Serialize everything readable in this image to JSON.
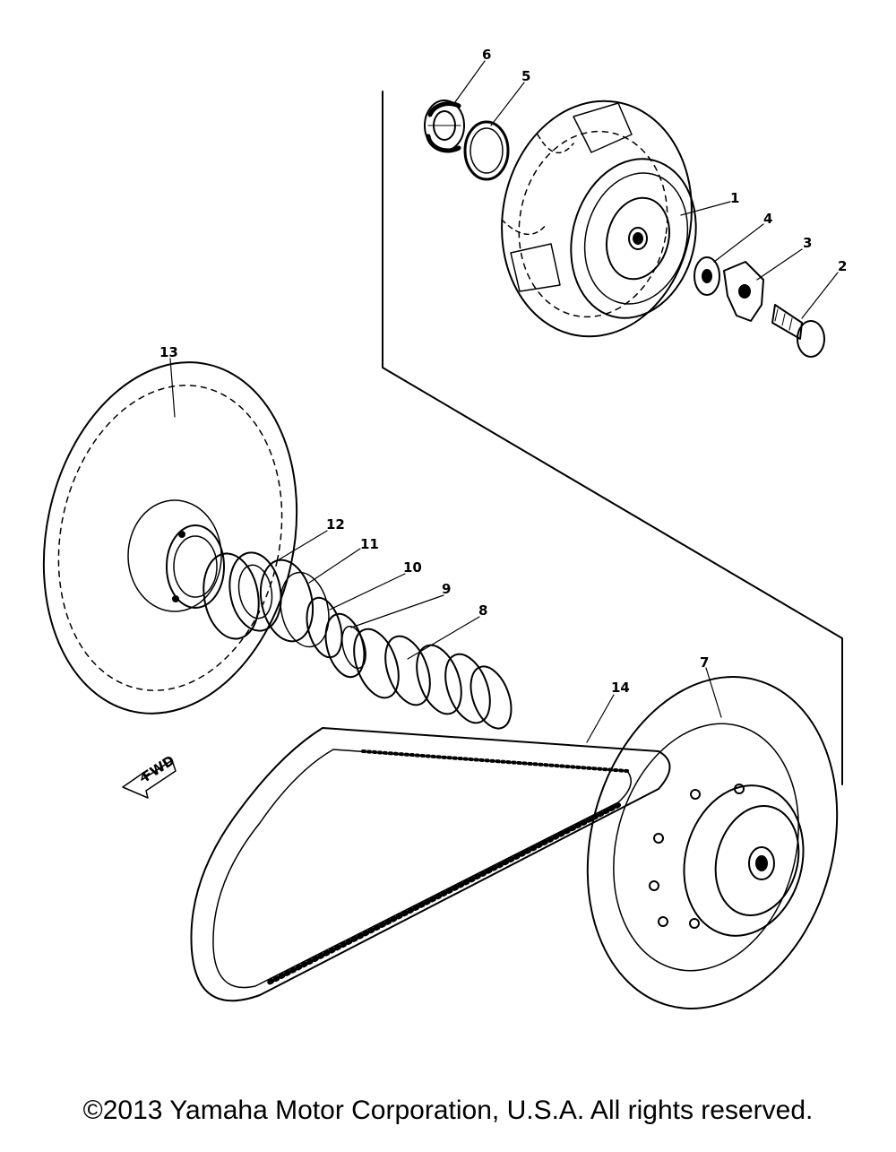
{
  "diagram": {
    "part_labels": {
      "p1": "1",
      "p2": "2",
      "p3": "3",
      "p4": "4",
      "p5": "5",
      "p6": "6",
      "p7": "7",
      "p8": "8",
      "p9": "9",
      "p10": "10",
      "p11": "11",
      "p12": "12",
      "p13": "13",
      "p14": "14"
    },
    "fwd_label": "FWD"
  },
  "footer": {
    "copyright": "©2013 Yamaha Motor Corporation, U.S.A. All rights reserved."
  }
}
